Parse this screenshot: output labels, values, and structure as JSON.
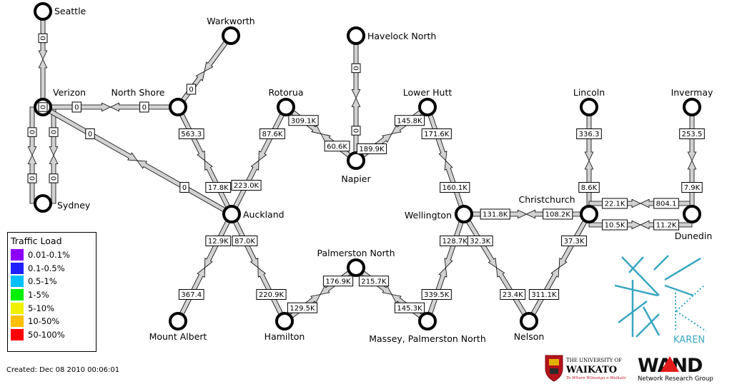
{
  "nodes": [
    {
      "id": "seattle",
      "label": "Seattle"
    },
    {
      "id": "warkworth",
      "label": "Warkworth"
    },
    {
      "id": "havelock",
      "label": "Havelock North"
    },
    {
      "id": "verizon",
      "label": "Verizon"
    },
    {
      "id": "northshore",
      "label": "North Shore"
    },
    {
      "id": "rotorua",
      "label": "Rotorua"
    },
    {
      "id": "lowerhutt",
      "label": "Lower Hutt"
    },
    {
      "id": "lincoln",
      "label": "Lincoln"
    },
    {
      "id": "invermay",
      "label": "Invermay"
    },
    {
      "id": "sydney",
      "label": "Sydney"
    },
    {
      "id": "napier",
      "label": "Napier"
    },
    {
      "id": "auckland",
      "label": "Auckland"
    },
    {
      "id": "wellington",
      "label": "Wellington"
    },
    {
      "id": "christchurch",
      "label": "Christchurch"
    },
    {
      "id": "dunedin",
      "label": "Dunedin"
    },
    {
      "id": "palmerston",
      "label": "Palmerston North"
    },
    {
      "id": "mountalbert",
      "label": "Mount Albert"
    },
    {
      "id": "hamilton",
      "label": "Hamilton"
    },
    {
      "id": "massey",
      "label": "Massey, Palmerston North"
    },
    {
      "id": "nelson",
      "label": "Nelson"
    }
  ],
  "links": [
    {
      "id": "verizon-seattle",
      "a": "verizon",
      "b": "seattle",
      "a_to_b": "0",
      "b_to_a": "0"
    },
    {
      "id": "verizon-sydney-1",
      "a": "verizon",
      "b": "sydney",
      "a_to_b": "0",
      "b_to_a": "0"
    },
    {
      "id": "verizon-sydney-2",
      "a": "verizon",
      "b": "sydney",
      "a_to_b": "0",
      "b_to_a": "0"
    },
    {
      "id": "verizon-northshore",
      "a": "verizon",
      "b": "northshore",
      "a_to_b": "0",
      "b_to_a": "0"
    },
    {
      "id": "verizon-auckland",
      "a": "verizon",
      "b": "auckland",
      "a_to_b": "0",
      "b_to_a": "0"
    },
    {
      "id": "northshore-warkworth",
      "a": "northshore",
      "b": "warkworth",
      "a_to_b": "0",
      "b_to_a": ""
    },
    {
      "id": "northshore-auckland",
      "a": "northshore",
      "b": "auckland",
      "a_to_b": "563.3",
      "b_to_a": "17.8K"
    },
    {
      "id": "rotorua-auckland",
      "a": "rotorua",
      "b": "auckland",
      "a_to_b": "87.6K",
      "b_to_a": "223.0K"
    },
    {
      "id": "rotorua-napier",
      "a": "rotorua",
      "b": "napier",
      "a_to_b": "309.1K",
      "b_to_a": "60.6K"
    },
    {
      "id": "havelock-napier",
      "a": "havelock",
      "b": "napier",
      "a_to_b": "0",
      "b_to_a": "0"
    },
    {
      "id": "lowerhutt-napier",
      "a": "lowerhutt",
      "b": "napier",
      "a_to_b": "145.8K",
      "b_to_a": "189.9K"
    },
    {
      "id": "lowerhutt-wellington",
      "a": "lowerhutt",
      "b": "wellington",
      "a_to_b": "171.6K",
      "b_to_a": "160.1K"
    },
    {
      "id": "wellington-christchurch",
      "a": "wellington",
      "b": "christchurch",
      "a_to_b": "131.8K",
      "b_to_a": "108.2K"
    },
    {
      "id": "lincoln-christchurch",
      "a": "lincoln",
      "b": "christchurch",
      "a_to_b": "336.3",
      "b_to_a": "8.6K"
    },
    {
      "id": "christchurch-dunedin-1",
      "a": "christchurch",
      "b": "dunedin",
      "a_to_b": "22.1K",
      "b_to_a": "804.1"
    },
    {
      "id": "christchurch-dunedin-2",
      "a": "christchurch",
      "b": "dunedin",
      "a_to_b": "10.5K",
      "b_to_a": "11.2K"
    },
    {
      "id": "invermay-dunedin",
      "a": "invermay",
      "b": "dunedin",
      "a_to_b": "253.5",
      "b_to_a": "7.9K"
    },
    {
      "id": "auckland-mountalbert",
      "a": "auckland",
      "b": "mountalbert",
      "a_to_b": "12.9K",
      "b_to_a": "367.4"
    },
    {
      "id": "auckland-hamilton",
      "a": "auckland",
      "b": "hamilton",
      "a_to_b": "87.0K",
      "b_to_a": "220.9K"
    },
    {
      "id": "hamilton-palmerston",
      "a": "hamilton",
      "b": "palmerston",
      "a_to_b": "129.5K",
      "b_to_a": "176.9K"
    },
    {
      "id": "palmerston-massey",
      "a": "palmerston",
      "b": "massey",
      "a_to_b": "215.7K",
      "b_to_a": "145.3K"
    },
    {
      "id": "wellington-massey",
      "a": "wellington",
      "b": "massey",
      "a_to_b": "128.7K",
      "b_to_a": "339.5K"
    },
    {
      "id": "wellington-nelson",
      "a": "wellington",
      "b": "nelson",
      "a_to_b": "32.3K",
      "b_to_a": "23.4K"
    },
    {
      "id": "christchurch-nelson",
      "a": "christchurch",
      "b": "nelson",
      "a_to_b": "37.3K",
      "b_to_a": "311.1K"
    }
  ],
  "legend": {
    "title": "Traffic Load",
    "items": [
      {
        "label": "0.01-0.1%",
        "color": "#8c00ff"
      },
      {
        "label": "0.1-0.5%",
        "color": "#2020ff"
      },
      {
        "label": "0.5-1%",
        "color": "#00c0ff"
      },
      {
        "label": "1-5%",
        "color": "#00f000"
      },
      {
        "label": "5-10%",
        "color": "#f0f000"
      },
      {
        "label": "10-50%",
        "color": "#ffc000"
      },
      {
        "label": "50-100%",
        "color": "#ff0000"
      }
    ]
  },
  "created": "Created: Dec 08 2010 00:06:01",
  "logos": {
    "karen": {
      "text": "KAREN",
      "color": "#3aa6c2"
    },
    "waikato": {
      "line1": "THE UNIVERSITY OF",
      "line2": "WAIKATO",
      "line3": "Te Whare Wānanga o Waikato",
      "color": "#b5121b"
    },
    "wand": {
      "text": "WAND",
      "subtitle": "Network Research Group",
      "accent": "#e21b1b"
    }
  },
  "colors": {
    "link_fill": "#d2d2d2",
    "node_fill": "#ffffff",
    "outline": "#000000"
  }
}
